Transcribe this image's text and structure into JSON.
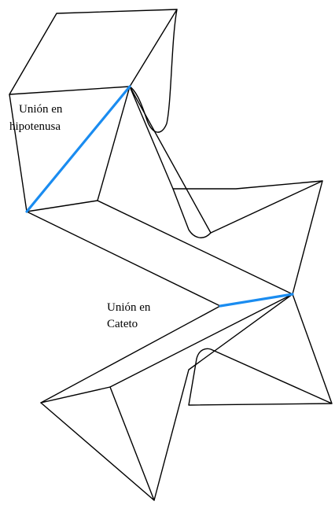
{
  "colors": {
    "edge": "#000000",
    "joint": "#1a8cf0",
    "background": "#ffffff"
  },
  "labels": {
    "hypotenuse_joint": [
      "Unión en",
      "hipotenusa"
    ],
    "leg_joint": [
      "Unión en",
      "Cateto"
    ]
  }
}
